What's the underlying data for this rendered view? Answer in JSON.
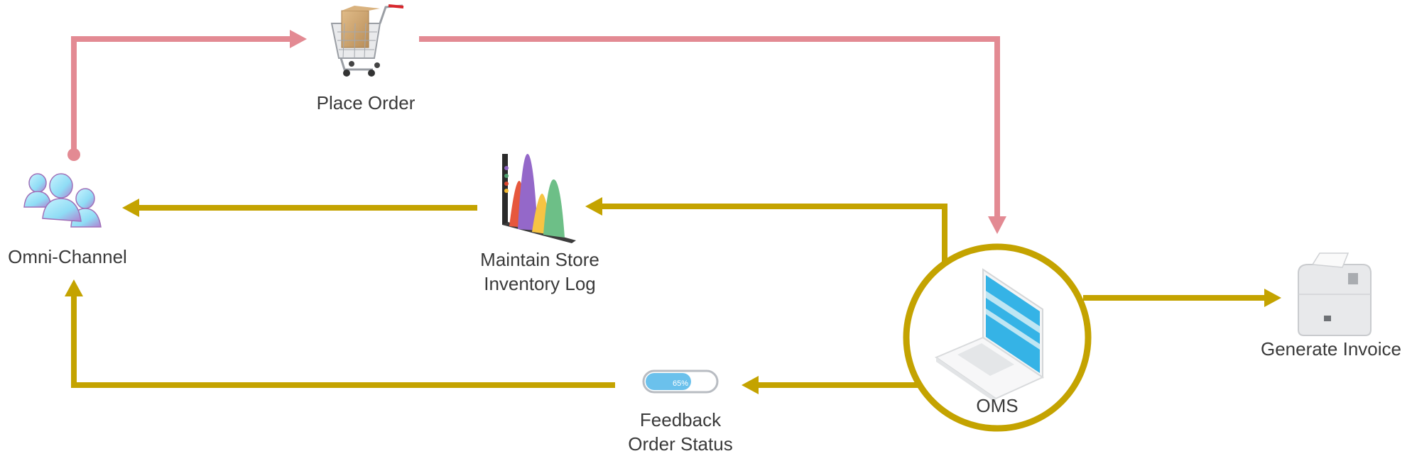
{
  "colors": {
    "order_flow": "#e38a93",
    "info_flow": "#c4a300",
    "text": "#3a3a3a",
    "oms_ring": "#c4a300"
  },
  "nodes": {
    "omni_channel": {
      "label": "Omni-Channel",
      "icon": "users-group-icon"
    },
    "place_order": {
      "label": "Place Order",
      "icon": "shopping-cart-icon"
    },
    "inventory": {
      "label_line1": "Maintain Store",
      "label_line2": "Inventory Log",
      "icon": "area-chart-icon"
    },
    "oms": {
      "label": "OMS",
      "icon": "laptop-icon"
    },
    "feedback": {
      "label_line1": "Feedback",
      "label_line2": "Order Status",
      "icon": "progress-bar-icon",
      "progress_text": "65%",
      "progress": 0.65
    },
    "invoice": {
      "label": "Generate Invoice",
      "icon": "receipt-printer-icon"
    }
  },
  "edges": [
    {
      "from": "omni_channel",
      "to": "place_order",
      "type": "order_flow"
    },
    {
      "from": "place_order",
      "to": "oms",
      "type": "order_flow"
    },
    {
      "from": "oms",
      "to": "inventory",
      "type": "info_flow"
    },
    {
      "from": "inventory",
      "to": "omni_channel",
      "type": "info_flow"
    },
    {
      "from": "oms",
      "to": "feedback",
      "type": "info_flow"
    },
    {
      "from": "feedback",
      "to": "omni_channel",
      "type": "info_flow"
    },
    {
      "from": "oms",
      "to": "invoice",
      "type": "info_flow"
    }
  ]
}
